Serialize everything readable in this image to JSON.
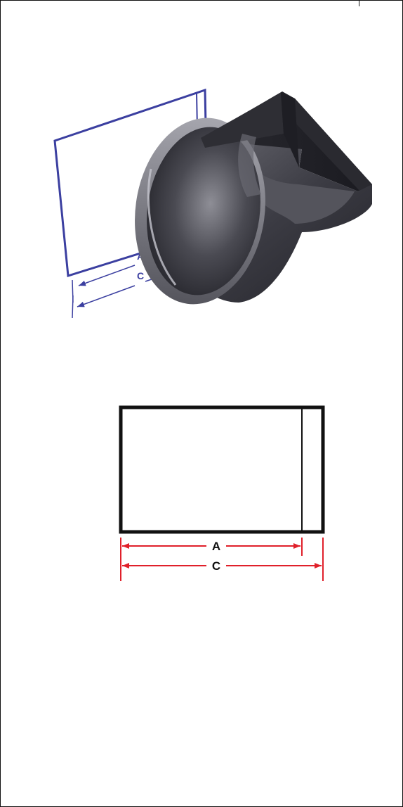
{
  "colors": {
    "frame": "#111111",
    "iso_outline": "#3b3fa0",
    "part_dark": "#3a3a40",
    "part_light": "#8e8e96",
    "drawing_outline": "#111111",
    "dimension_red": "#e0202a"
  },
  "isometric": {
    "dimension_a": "A",
    "dimension_c": "C"
  },
  "orthographic": {
    "dimension_a": "A",
    "dimension_c": "C"
  }
}
